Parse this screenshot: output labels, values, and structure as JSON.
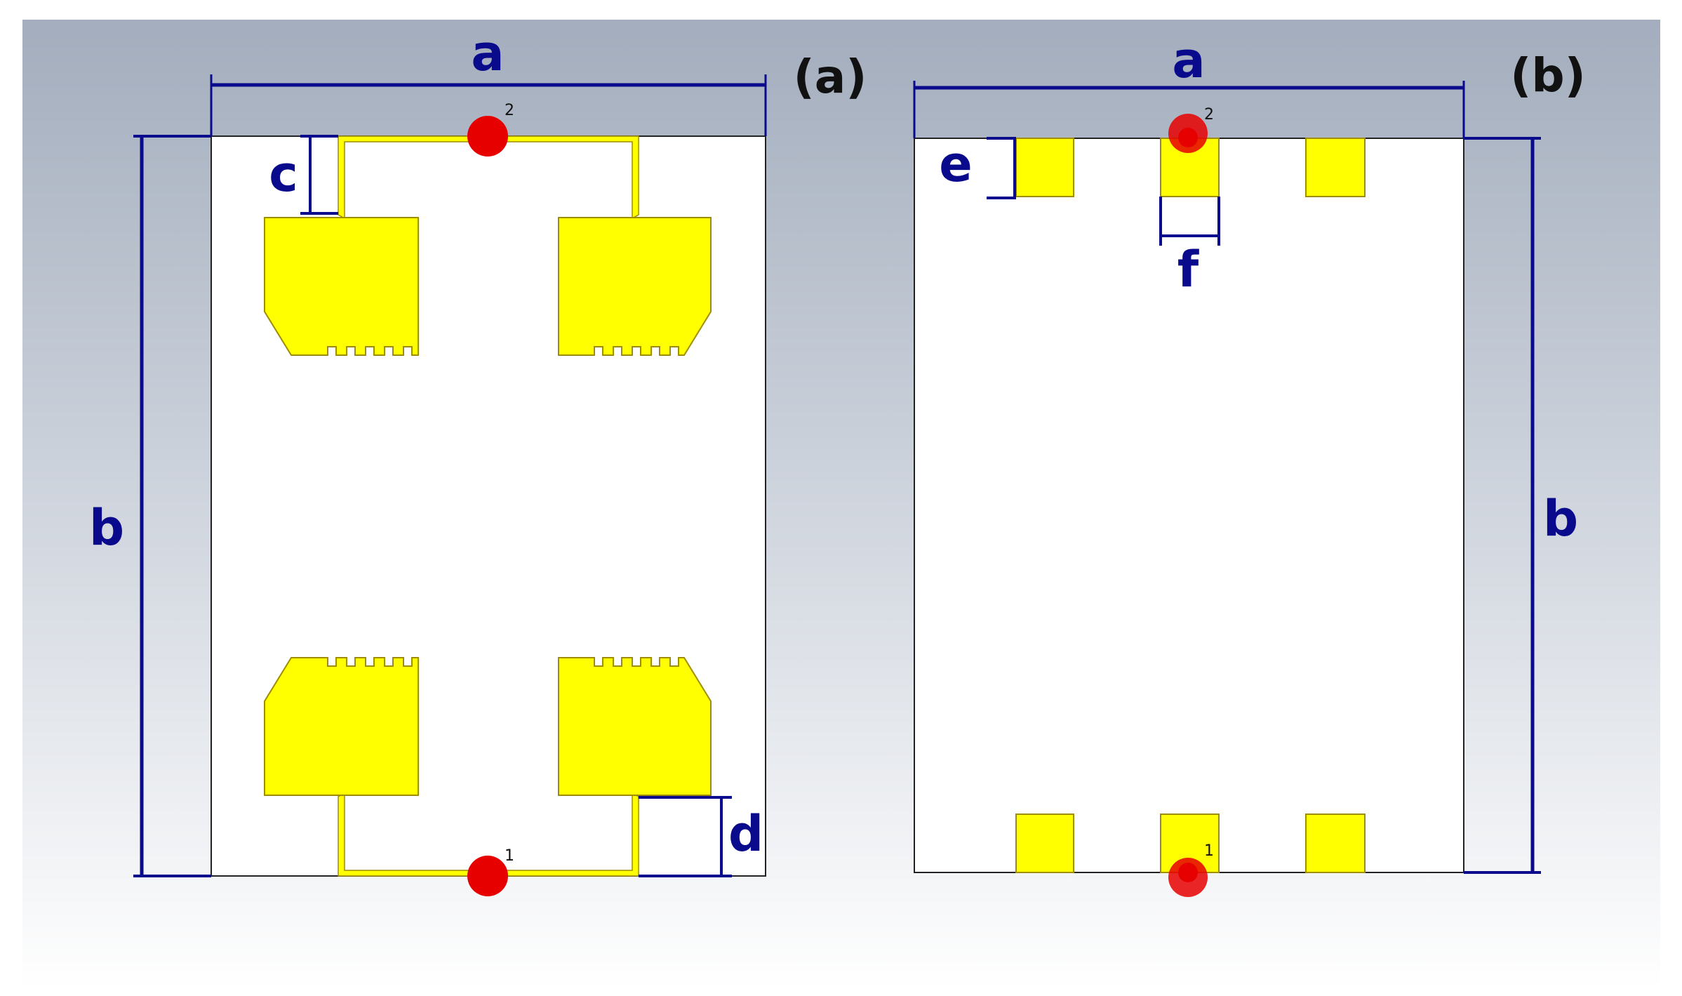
{
  "colors": {
    "background_top": "#a3adbd",
    "background_bottom": "#ffffff",
    "substrate": "#ffffff",
    "outline": "#222222",
    "patch_fill": "#ffff00",
    "patch_stroke": "#a08c00",
    "dimension": "#0a0a8c",
    "port": "#e60000"
  },
  "panel_a": {
    "label": "(a)",
    "dims": {
      "a": "a",
      "b": "b",
      "c": "c",
      "d": "d"
    },
    "ports": {
      "top": "2",
      "bottom": "1"
    }
  },
  "panel_b": {
    "label": "(b)",
    "dims": {
      "a": "a",
      "b": "b",
      "e": "e",
      "f": "f"
    },
    "ports": {
      "top": "2",
      "bottom": "1"
    }
  }
}
